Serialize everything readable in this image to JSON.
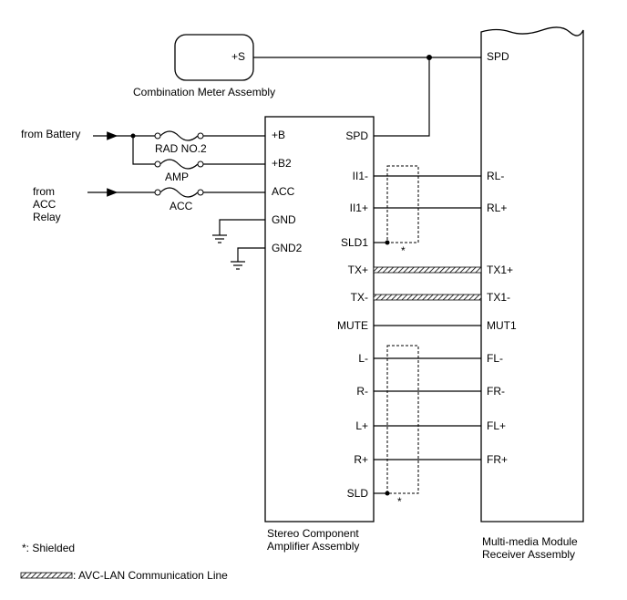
{
  "components": {
    "combination_meter": {
      "label": "Combination Meter Assembly",
      "pin": "+S"
    },
    "amplifier": {
      "label_line1": "Stereo Component",
      "label_line2": "Amplifier Assembly"
    },
    "receiver": {
      "label_line1": "Multi-media Module",
      "label_line2": "Receiver Assembly"
    }
  },
  "sources": {
    "battery": "from Battery",
    "acc_line1": "from",
    "acc_line2": "ACC",
    "acc_line3": "Relay"
  },
  "fuses": {
    "rad": "RAD NO.2",
    "amp": "AMP",
    "acc": "ACC"
  },
  "amp_left_pins": [
    "+B",
    "+B2",
    "ACC",
    "GND",
    "GND2"
  ],
  "amp_right_pins": [
    "SPD",
    "II1-",
    "II1+",
    "SLD1",
    "TX+",
    "TX-",
    "MUTE",
    "L-",
    "R-",
    "L+",
    "R+",
    "SLD"
  ],
  "receiver_pins": [
    "SPD",
    "RL-",
    "RL+",
    "TX1+",
    "TX1-",
    "MUT1",
    "FL-",
    "FR-",
    "FL+",
    "FR+"
  ],
  "shield_marks": [
    "*",
    "*"
  ],
  "legend": {
    "shielded": "*: Shielded",
    "avc_lan": ": AVC-LAN Communication Line"
  }
}
